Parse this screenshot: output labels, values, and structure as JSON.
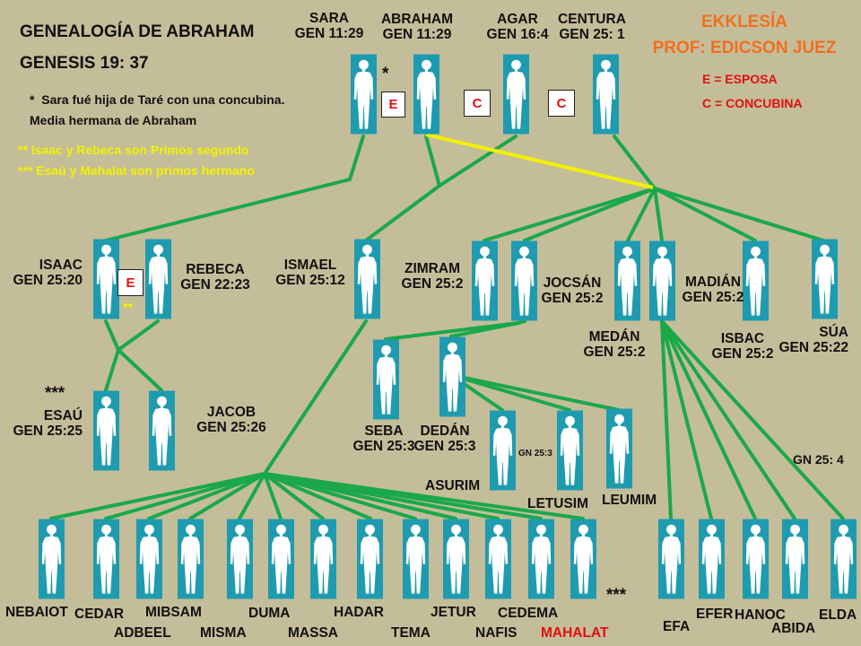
{
  "header": {
    "title": "GENEALOGÍA DE  ABRAHAM",
    "reference": "GENESIS  19: 37",
    "note_marker": "*",
    "note_line1": "Sara fué hija de Taré con  una concubina.",
    "note_line2": "Media hermana de Abraham",
    "yellow_note1": "** Isaac y Rebeca son Primos segundo",
    "yellow_note2": "*** Esaú y Mahalat son primos hermano"
  },
  "branding": {
    "org": "EKKLESÍA",
    "author": "PROF: EDICSON JUEZ"
  },
  "legend": {
    "wife": "E = ESPOSA",
    "concubine": "C = CONCUBINA"
  },
  "relation_marks": {
    "abraham_sara": "E",
    "abraham_agar": "C",
    "abraham_centura": "C",
    "isaac_rebeca": "E",
    "sara_star": "*",
    "primos_stars": "**",
    "esau_stars": "***",
    "mahalat_stars": "***"
  },
  "people": {
    "sara": {
      "name": "SARA",
      "ref": "GEN 11:29"
    },
    "abraham": {
      "name": "ABRAHAM",
      "ref": "GEN 11:29"
    },
    "agar": {
      "name": "AGAR",
      "ref": "GEN 16:4"
    },
    "centura": {
      "name": "CENTURA",
      "ref": "GEN 25: 1"
    },
    "isaac": {
      "name": "ISAAC",
      "ref": "GEN 25:20"
    },
    "rebeca": {
      "name": "REBECA",
      "ref": "GEN 22:23"
    },
    "ismael": {
      "name": "ISMAEL",
      "ref": "GEN 25:12"
    },
    "zimram": {
      "name": "ZIMRAM",
      "ref": "GEN 25:2"
    },
    "jocsan": {
      "name": "JOCSÁN",
      "ref": "GEN 25:2"
    },
    "medan": {
      "name": "MEDÁN",
      "ref": "GEN 25:2"
    },
    "madian": {
      "name": "MADIÁN",
      "ref": "GEN 25:2"
    },
    "isbac": {
      "name": "ISBAC",
      "ref": "GEN 25:2"
    },
    "sua": {
      "name": "SÚA",
      "ref": "GEN 25:22"
    },
    "esau": {
      "name": "ESAÚ",
      "ref": "GEN 25:25"
    },
    "jacob": {
      "name": "JACOB",
      "ref": "GEN 25:26"
    },
    "seba": {
      "name": "SEBA",
      "ref": "GEN 25:3"
    },
    "dedan": {
      "name": "DEDÁN",
      "ref": "GEN 25:3"
    },
    "asurim": {
      "name": "ASURIM",
      "ref": "GN 25:3"
    },
    "letusim": {
      "name": "LETUSIM"
    },
    "leumim": {
      "name": "LEUMIM"
    },
    "madian_children_ref": "GN 25: 4"
  },
  "ismael_sons": [
    "NEBAIOT",
    "CEDAR",
    "ADBEEL",
    "MIBSAM",
    "MISMA",
    "DUMA",
    "MASSA",
    "HADAR",
    "TEMA",
    "JETUR",
    "NAFIS",
    "CEDEMA",
    "MAHALAT"
  ],
  "madian_sons": [
    "EFA",
    "EFER",
    "HANOC",
    "ABIDA",
    "ELDA"
  ],
  "colors": {
    "background": "#c4bd99",
    "line_green": "#1aa84a",
    "line_yellow": "#f2f200",
    "figure_fill": "#1f9bb0",
    "figure_body": "#ffffff",
    "accent_orange": "#f07020",
    "accent_red": "#e01010"
  },
  "icons": {
    "person": "person-silhouette-icon"
  }
}
